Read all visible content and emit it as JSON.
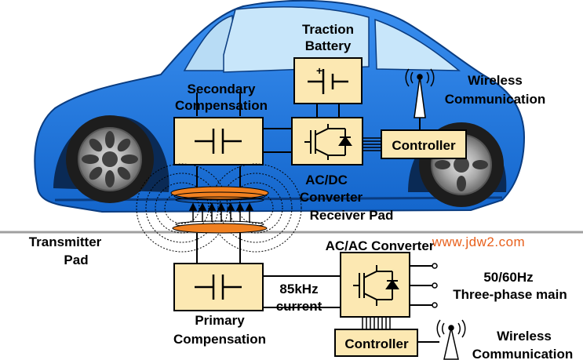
{
  "labels": {
    "traction_battery": [
      "Traction",
      "Battery"
    ],
    "secondary_compensation": [
      "Secondary",
      "Compensation"
    ],
    "wireless_communication_top": [
      "Wireless",
      "Communication"
    ],
    "controller_top": "Controller",
    "acdc_converter": [
      "AC/DC",
      "Converter"
    ],
    "receiver_pad": "Receiver Pad",
    "transmitter_pad": [
      "Transmitter",
      "Pad"
    ],
    "acac_converter": "AC/AC Converter",
    "mains": [
      "50/60Hz",
      "Three-phase main"
    ],
    "current": [
      "85kHz",
      "current"
    ],
    "primary_compensation": [
      "Primary",
      "Compensation"
    ],
    "controller_bottom": "Controller",
    "wireless_communication_bottom": [
      "Wireless",
      "Communication"
    ]
  },
  "watermark": "www.jdw2.com",
  "colors": {
    "car_body": "#1a72d8",
    "box_fill": "#fce8b2",
    "pad_orange": "#f08020",
    "watermark": "#e8601c"
  },
  "icons": [
    "car-silhouette",
    "antenna-icon",
    "capacitor-icon",
    "battery-icon",
    "igbt-icon"
  ]
}
